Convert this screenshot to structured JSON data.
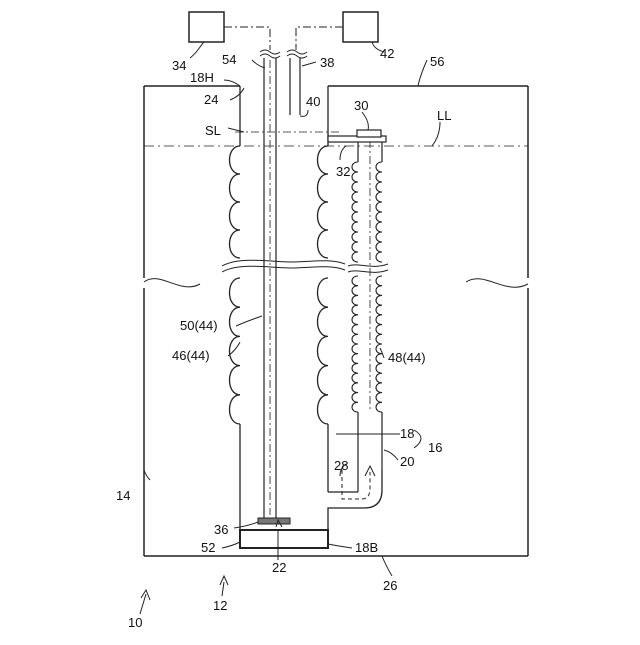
{
  "diagram": {
    "labels": {
      "l34": "34",
      "l42": "42",
      "l54": "54",
      "l38": "38",
      "l56": "56",
      "l18H": "18H",
      "l24": "24",
      "l40": "40",
      "l30": "30",
      "lLL": "LL",
      "lSL": "SL",
      "l32": "32",
      "l50": "50(44)",
      "l46": "46(44)",
      "l48": "48(44)",
      "l18": "18",
      "l16": "16",
      "l20": "20",
      "l28": "28",
      "l14": "14",
      "l36": "36",
      "l52": "52",
      "l22": "22",
      "l18B": "18B",
      "l26": "26",
      "l12": "12",
      "l10": "10"
    }
  }
}
